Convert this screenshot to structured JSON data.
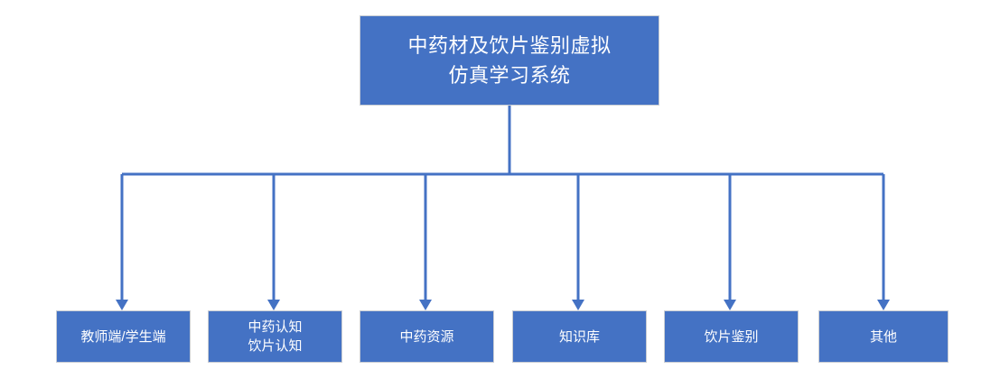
{
  "diagram": {
    "type": "org-chart",
    "title": "中药材及饮片鉴别虚拟仿真学习系统",
    "colors": {
      "node_fill": "#4472C4",
      "node_border": "#C9CDD3",
      "connector": "#4472C4",
      "text": "#FFFFFF",
      "background": "#FFFFFF"
    },
    "root": {
      "label": "中药材及饮片鉴别虚拟\n仿真学习系统"
    },
    "children": [
      {
        "label": "教师端/学生端"
      },
      {
        "label": "中药认知\n饮片认知"
      },
      {
        "label": "中药资源"
      },
      {
        "label": "知识库"
      },
      {
        "label": "饮片鉴别"
      },
      {
        "label": "其他"
      }
    ]
  }
}
